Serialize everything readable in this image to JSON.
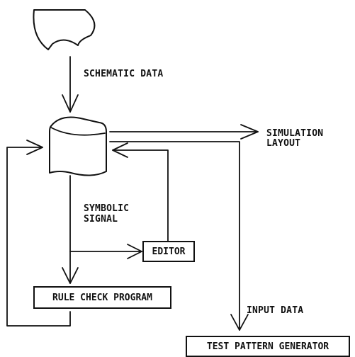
{
  "labels": {
    "schematic_data": "SCHEMATIC DATA",
    "simulation": "SIMULATION",
    "layout": "LAYOUT",
    "symbolic": "SYMBOLIC",
    "signal": "SIGNAL",
    "input_data": "INPUT DATA"
  },
  "boxes": {
    "editor": "EDITOR",
    "rule_check": "RULE CHECK PROGRAM",
    "test_pattern": "TEST PATTERN GENERATOR"
  },
  "symbols": {
    "terminal": "terminal-display-icon",
    "storage": "disk-storage-icon"
  },
  "colors": {
    "line": "#111111",
    "background": "#ffffff"
  }
}
